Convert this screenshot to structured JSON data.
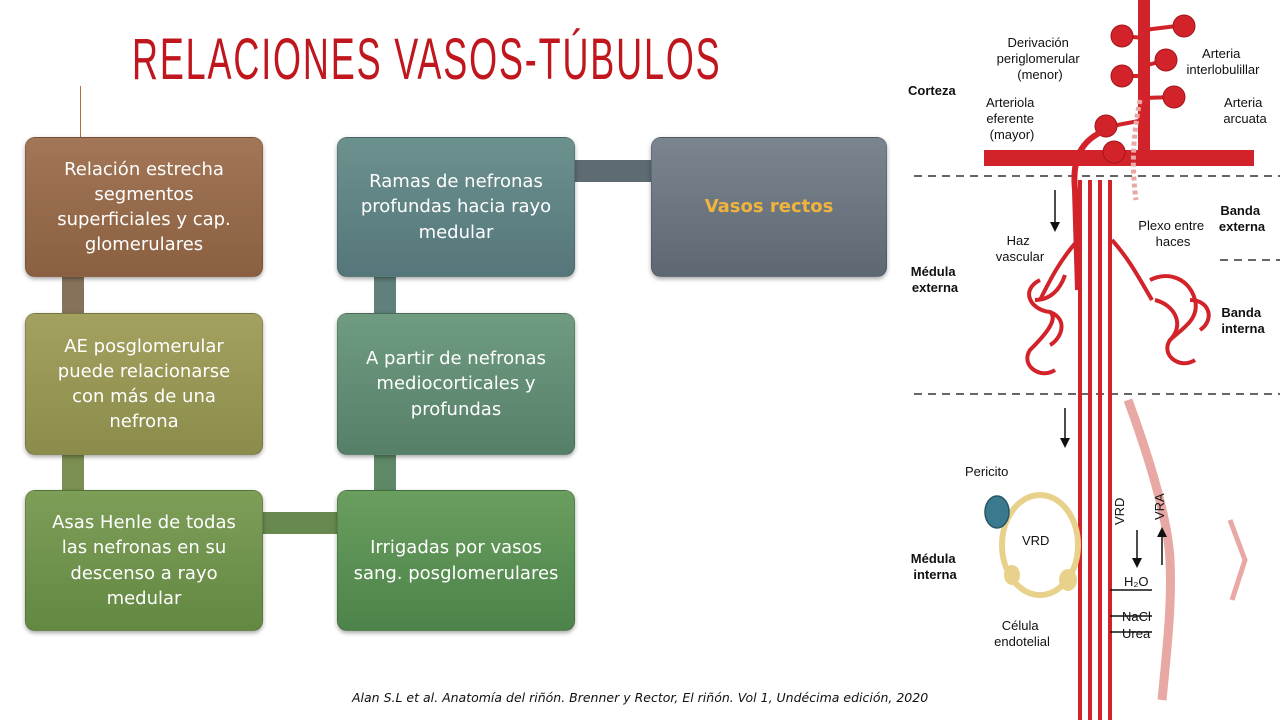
{
  "title": "RELACIONES VASOS-TÚBULOS",
  "citation": "Alan S.L et al. Anatomía del riñón. Brenner y Rector, El riñón. Vol 1, Undécima edición, 2020",
  "colors": {
    "title": "#c0161d",
    "vessel": "#d2232a",
    "vasa_recta_ascending": "#e8a9a4",
    "highlight_text": "#f0b43c"
  },
  "flow": [
    {
      "text": "Relación estrecha segmentos superficiales y cap. glomerulares"
    },
    {
      "text": "AE posglomerular puede relacionarse con más de una nefrona"
    },
    {
      "text": "Asas Henle de todas las nefronas en su descenso a rayo medular"
    },
    {
      "text": "Irrigadas por vasos sang. posglomerulares"
    },
    {
      "text": "A partir de nefronas mediocorticales y profundas"
    },
    {
      "text": "Ramas de nefronas profundas hacia rayo medular"
    },
    {
      "text": "Vasos rectos"
    }
  ],
  "figure": {
    "labels": {
      "derivacion": [
        "Derivación",
        "periglomerular",
        "(menor)"
      ],
      "arteria_interlobulillar": [
        "Arteria",
        "interlobulillar"
      ],
      "corteza": "Corteza",
      "arteriola_eferente": [
        "Arteriola",
        "eferente",
        "(mayor)"
      ],
      "arteria_arcuata": [
        "Arteria",
        "arcuata"
      ],
      "banda_externa": [
        "Banda",
        "externa"
      ],
      "haz_vascular": [
        "Haz",
        "vascular"
      ],
      "plexo": [
        "Plexo entre",
        "haces"
      ],
      "medula_externa": [
        "Médula",
        "externa"
      ],
      "banda_interna": [
        "Banda",
        "interna"
      ],
      "pericito": "Pericito",
      "vrd_cell": "VRD",
      "vrd": "VRD",
      "vra": "VRA",
      "medula_interna": [
        "Médula",
        "interna"
      ],
      "h2o": "H₂O",
      "nacl": "NaCl",
      "urea": "Urea",
      "celula_endotelial": [
        "Célula",
        "endotelial"
      ]
    }
  }
}
